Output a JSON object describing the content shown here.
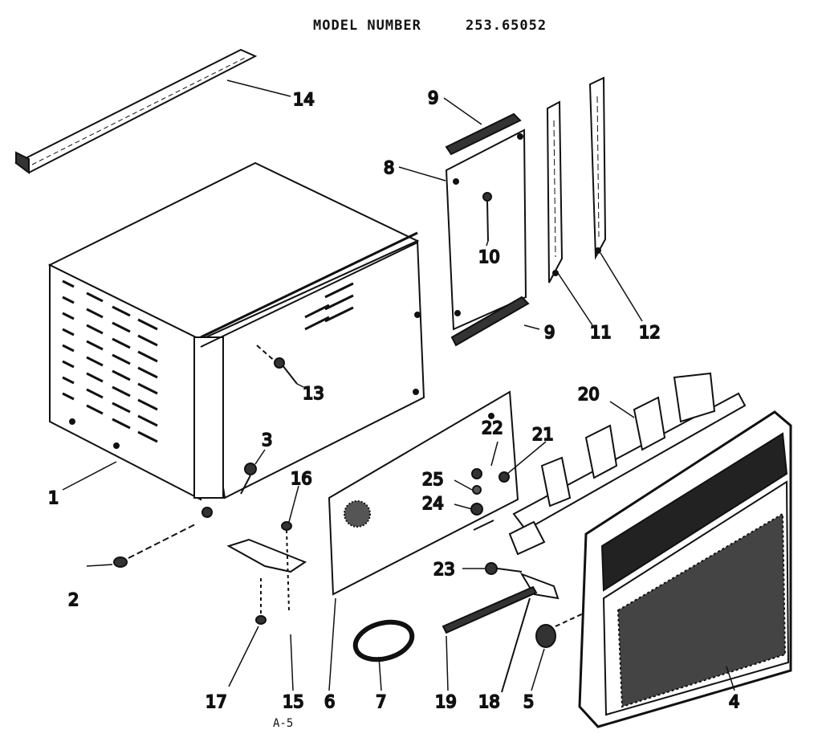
{
  "header": {
    "model_label": "MODEL NUMBER",
    "model_number": "253.65052"
  },
  "footer": {
    "page_code": "A-5"
  },
  "callouts": {
    "c1": "1",
    "c2": "2",
    "c3": "3",
    "c4": "4",
    "c5": "5",
    "c6": "6",
    "c7": "7",
    "c8": "8",
    "c9a": "9",
    "c9b": "9",
    "c10": "10",
    "c11": "11",
    "c12": "12",
    "c13": "13",
    "c14": "14",
    "c15": "15",
    "c16": "16",
    "c17": "17",
    "c18": "18",
    "c19": "19",
    "c20": "20",
    "c21": "21",
    "c22": "22",
    "c23": "23",
    "c24": "24",
    "c25": "25"
  },
  "colors": {
    "ink": "#111111",
    "paper": "#ffffff"
  }
}
